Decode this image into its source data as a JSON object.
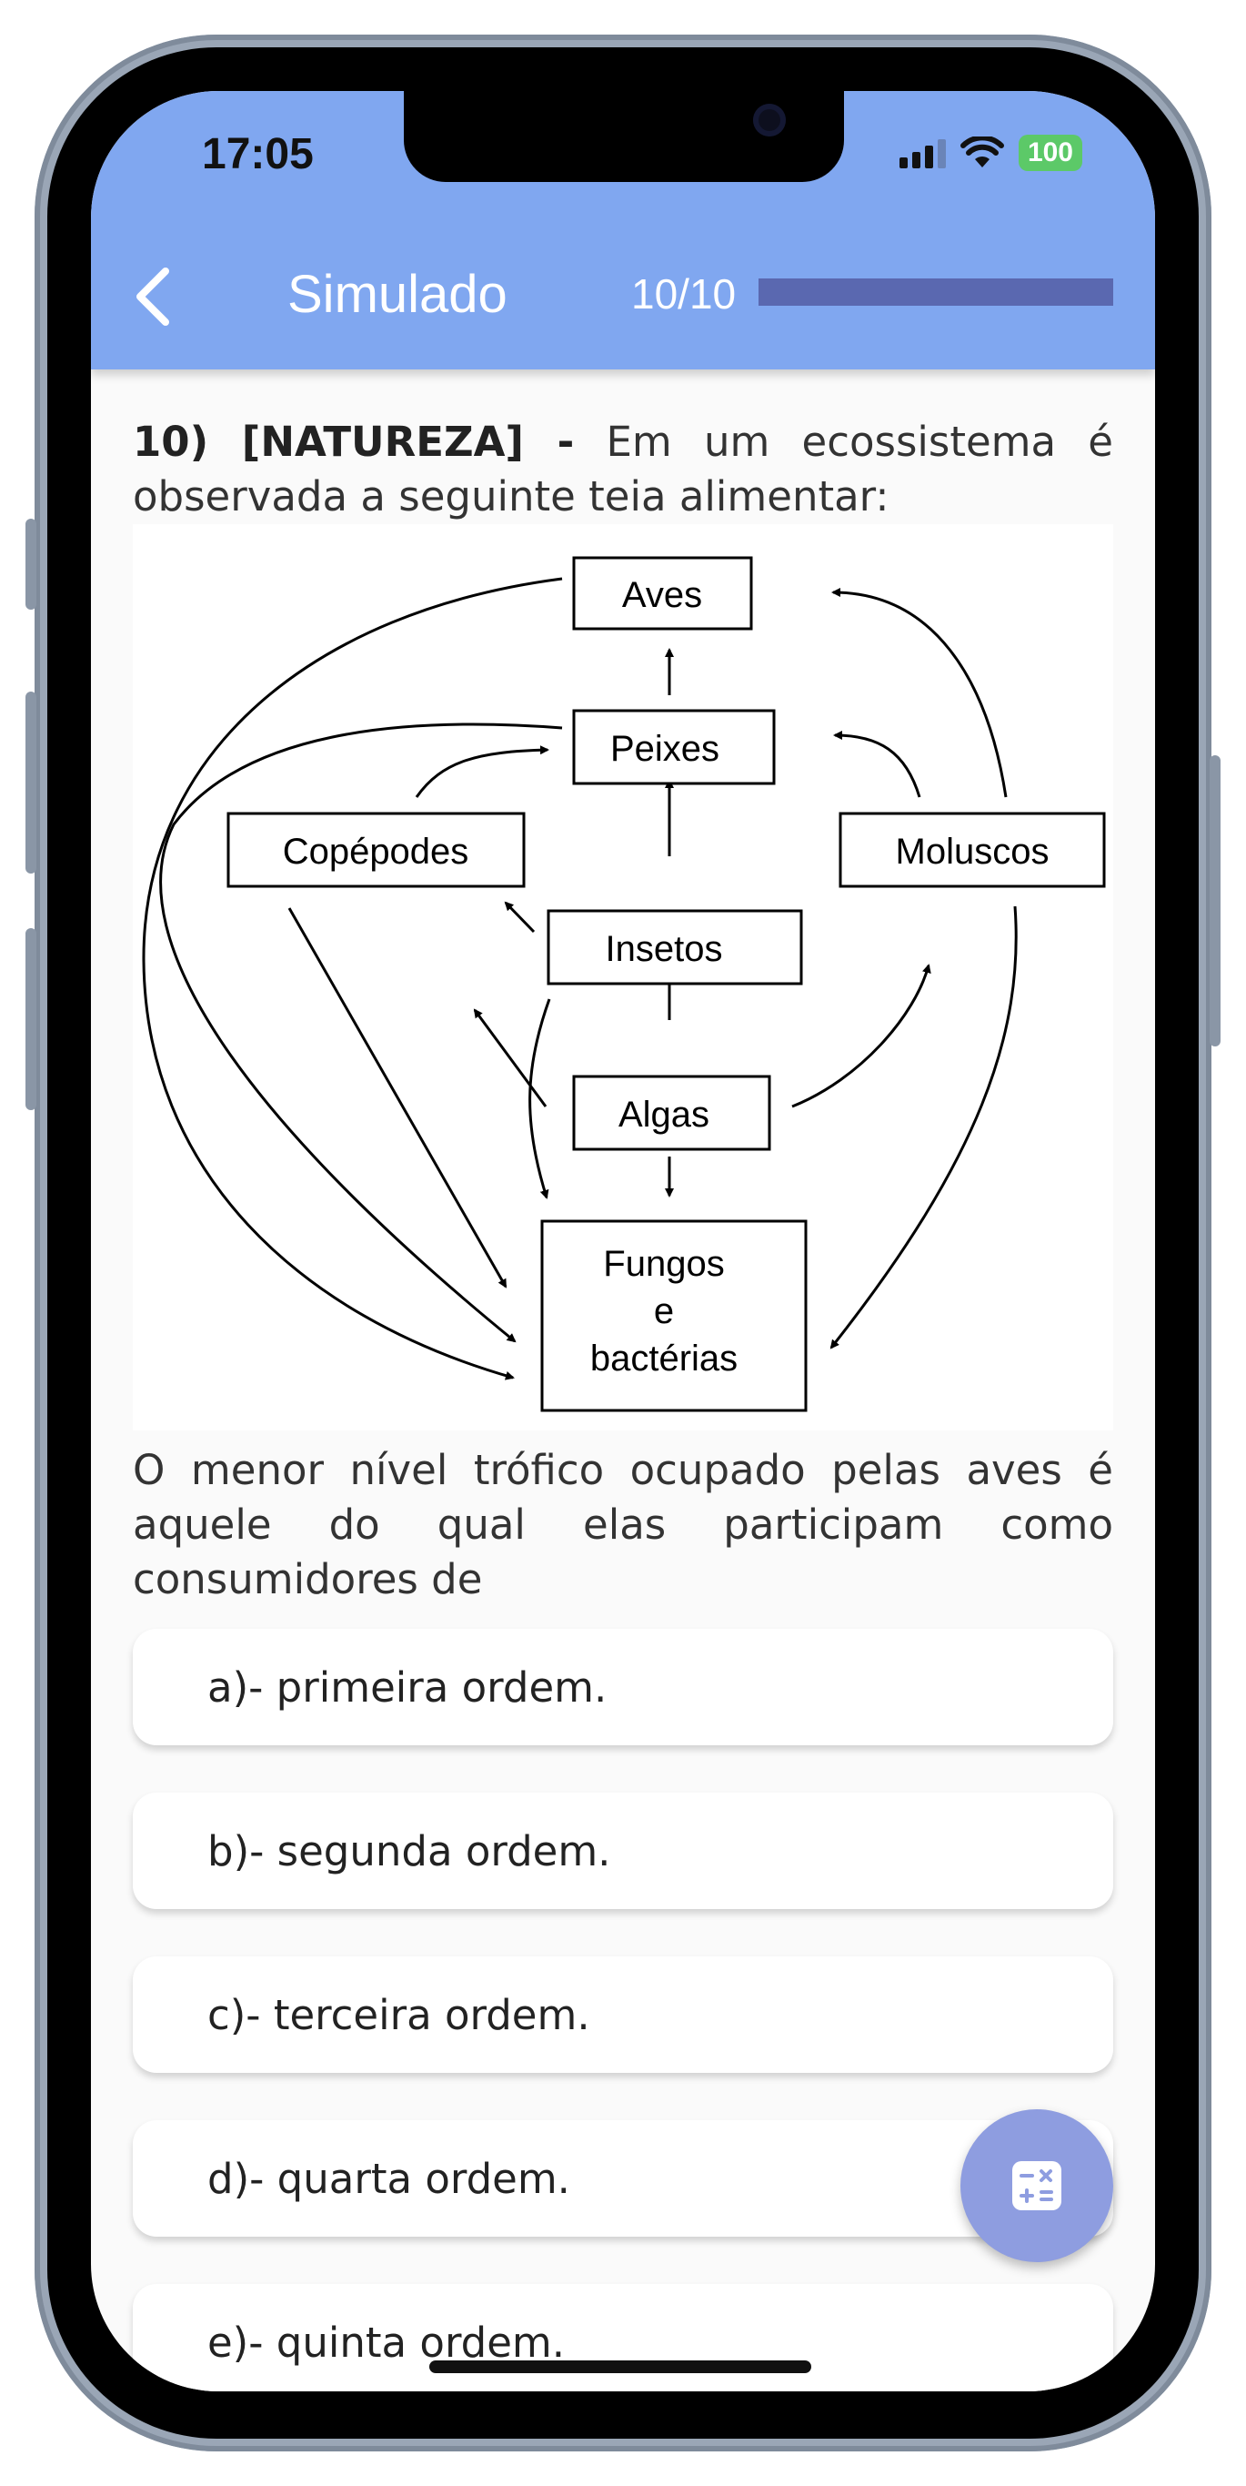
{
  "status_bar": {
    "time": "17:05",
    "battery": "100",
    "icons": [
      "cellular-signal-icon",
      "wifi-icon",
      "battery-icon"
    ]
  },
  "header": {
    "title": "Simulado",
    "progress_text": "10/10",
    "progress_value": 1.0,
    "background_color": "#80a7f0",
    "progress_color": "#5a68b0",
    "back_icon": "chevron-left-icon"
  },
  "question": {
    "number_tag": "10) [NATUREZA] -",
    "intro": " Em um ecossistema é observada a seguinte teia alimentar:",
    "stem": "O menor nível trófico ocupado pelas aves é aquele do qual elas participam como consumidores de"
  },
  "diagram": {
    "nodes": {
      "aves": "Aves",
      "peixes": "Peixes",
      "copepodes": "Copépodes",
      "moluscos": "Moluscos",
      "insetos": "Insetos",
      "algas": "Algas",
      "fungos_line1": "Fungos",
      "fungos_line2": "e",
      "fungos_line3": "bactérias"
    }
  },
  "options": [
    {
      "label": "a)- primeira ordem."
    },
    {
      "label": "b)- segunda ordem."
    },
    {
      "label": "c)- terceira ordem."
    },
    {
      "label": "d)- quarta ordem."
    },
    {
      "label": "e)- quinta ordem."
    }
  ],
  "fab": {
    "icon": "calculator-icon",
    "color": "#8e9de0"
  }
}
